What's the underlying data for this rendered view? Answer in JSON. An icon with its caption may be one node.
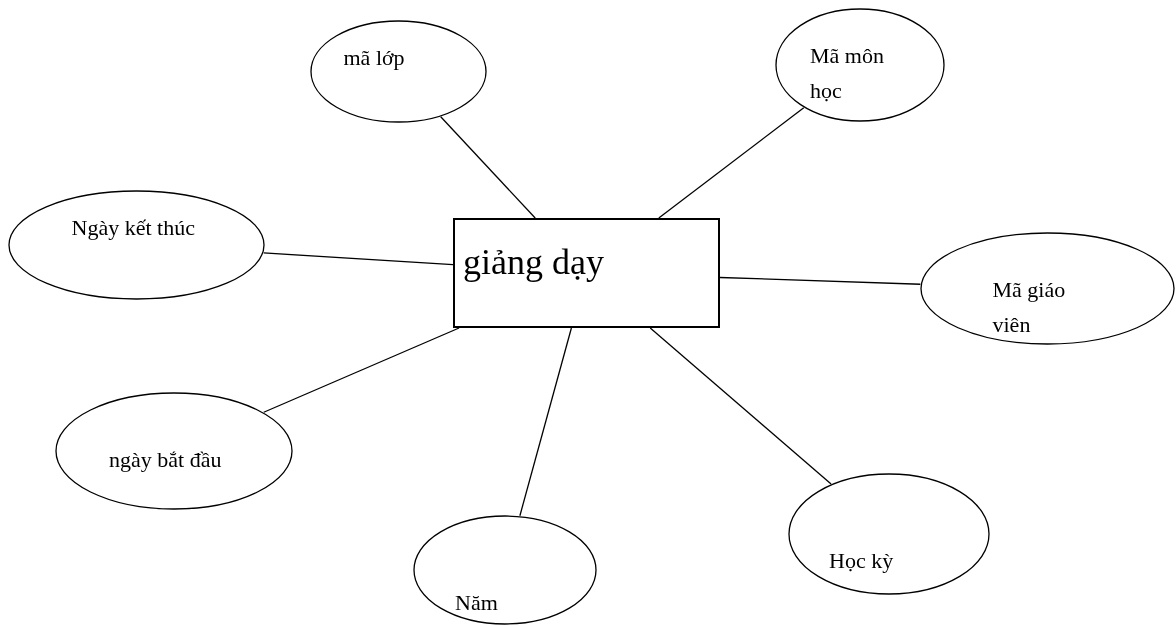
{
  "diagram": {
    "nodes": [
      {
        "text": [
          "giảng dạy"
        ]
      },
      {
        "text": [
          "mã lớp"
        ]
      },
      {
        "text": [
          "Mã môn học"
        ]
      },
      {
        "text": [
          "Mã giáo viên"
        ]
      },
      {
        "text": [
          "Học kỳ"
        ]
      },
      {
        "text": [
          "Năm"
        ]
      },
      {
        "text": [
          "ngày bắt đầu"
        ]
      },
      {
        "text": [
          "Ngày kết thúc"
        ]
      }
    ],
    "edges": [
      {
        "from": 0,
        "to": 1,
        "arrow": "none"
      },
      {
        "from": 0,
        "to": 2,
        "arrow": "none"
      },
      {
        "from": 0,
        "to": 3,
        "arrow": "none"
      },
      {
        "from": 0,
        "to": 4,
        "arrow": "none"
      },
      {
        "from": 0,
        "to": 5,
        "arrow": "none"
      },
      {
        "from": 0,
        "to": 6,
        "arrow": "none"
      },
      {
        "from": 0,
        "to": 7,
        "arrow": "none"
      }
    ]
  }
}
